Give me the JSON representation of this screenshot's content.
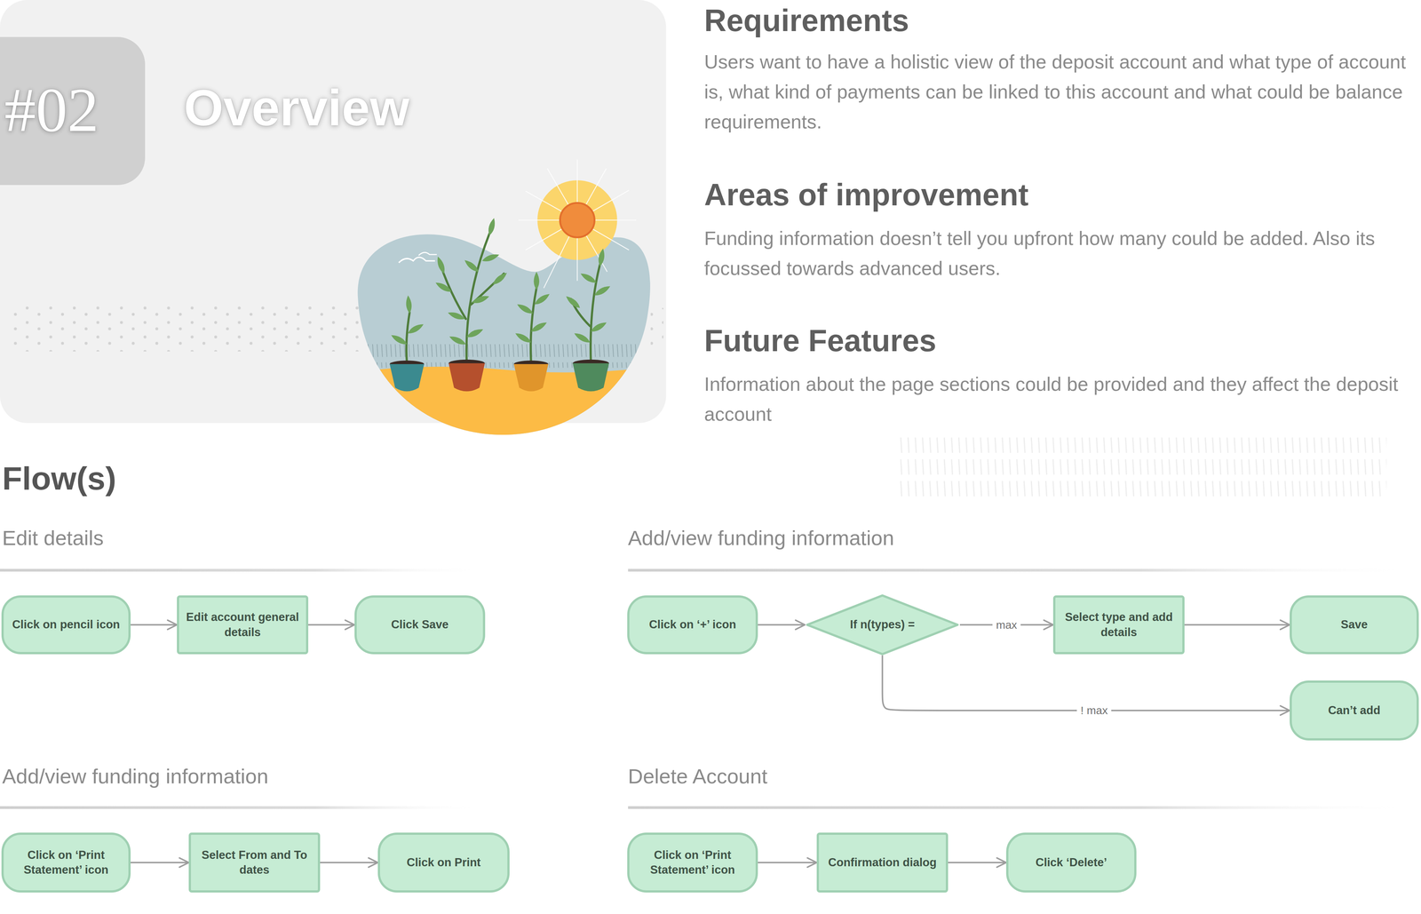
{
  "diagram": {
    "nodes": [
      {
        "text": [
          "Overview"
        ]
      },
      {
        "text": [
          "#02"
        ],
        "in": 0
      },
      {
        "text": [
          "Click on pencil icon"
        ]
      },
      {
        "text": [
          "Edit account general details"
        ]
      },
      {
        "text": [
          "Click Save"
        ]
      },
      {
        "text": [
          "Click on ‘+’ icon"
        ]
      },
      {
        "text": [
          "If n(types) ="
        ]
      },
      {
        "text": [
          "Select type and add details"
        ]
      },
      {
        "text": [
          "Save"
        ]
      },
      {
        "text": [
          "Can’t add"
        ]
      },
      {
        "text": [
          "Click on ‘Print Statement’ icon"
        ]
      },
      {
        "text": [
          "Select From and To dates"
        ]
      },
      {
        "text": [
          "Click on Print"
        ]
      },
      {
        "text": [
          "Click on ‘Print Statement’ icon"
        ]
      },
      {
        "text": [
          "Confirmation dialog"
        ]
      },
      {
        "text": [
          "Click ‘Delete’"
        ]
      }
    ],
    "edges": [
      {
        "from": 2,
        "to": 3,
        "arrow": "to"
      },
      {
        "from": 3,
        "to": 4,
        "arrow": "to"
      },
      {
        "from": 5,
        "to": 6,
        "arrow": "to"
      },
      {
        "from": 6,
        "to": 9,
        "label": "! max",
        "arrow": "to"
      },
      {
        "from": 6,
        "to": 7,
        "label": "max",
        "arrow": "to"
      },
      {
        "from": 7,
        "to": 8,
        "arrow": "to"
      },
      {
        "from": 10,
        "to": 11,
        "arrow": "to"
      },
      {
        "from": 11,
        "to": 12,
        "arrow": "to"
      },
      {
        "from": 13,
        "to": 14,
        "arrow": "to"
      },
      {
        "from": 14,
        "to": 15,
        "arrow": "to"
      }
    ],
    "labels": [
      "Requirements",
      "Users want to have a holistic view of the deposit account and what type of account is, what kind of payments can be linked to this account and what could be balance requirements.",
      "Areas of improvement",
      "Funding information doesn’t tell you upfront how many could be added. Also its focussed towards advanced users.",
      "Future Features",
      "Information about the page sections could be provided and they affect the deposit account",
      "Flow(s)",
      "Edit details",
      "Add/view funding information",
      "Add/view funding information",
      "Delete Account"
    ]
  }
}
